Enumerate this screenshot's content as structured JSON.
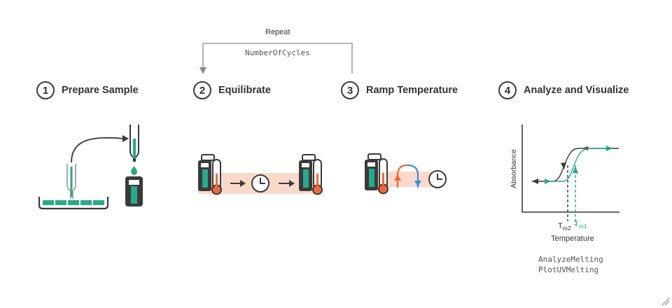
{
  "repeat_loop": {
    "label": "Repeat",
    "code": "NumberOfCycles"
  },
  "steps": [
    {
      "number": "1",
      "title": "Prepare Sample"
    },
    {
      "number": "2",
      "title": "Equilibrate"
    },
    {
      "number": "3",
      "title": "Ramp Temperature"
    },
    {
      "number": "4",
      "title": "Analyze and Visualize"
    }
  ],
  "plot": {
    "ylabel": "Absorbance",
    "xlabel": "Temperature",
    "tm2_label": "T",
    "tm2_sub": "m2",
    "tm1_label": "T",
    "tm1_sub": "m1"
  },
  "analysis_functions": [
    "AnalyzeMelting",
    "PlotUVMelting"
  ],
  "colors": {
    "green": "#27a98a",
    "dark": "#3a3a3a",
    "orange": "#f0683a",
    "blue": "#3c8ee0",
    "band": "#fad9cb"
  },
  "icons": [
    "thermometer-icon",
    "clock-icon",
    "cuvette-icon",
    "pipette-icon",
    "well-plate-icon"
  ]
}
